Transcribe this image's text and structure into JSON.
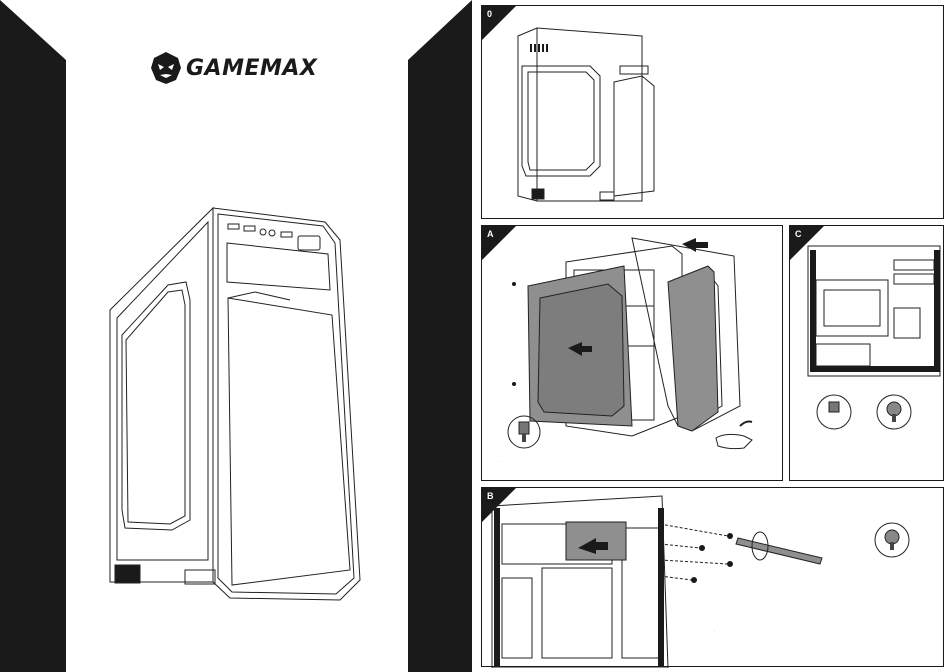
{
  "cover": {
    "brand_name": "GAMEMAX",
    "logo_icon": "panther-head-icon"
  },
  "panels": [
    {
      "id": "0",
      "label": "0"
    },
    {
      "id": "A",
      "label": "A"
    },
    {
      "id": "C",
      "label": "C"
    },
    {
      "id": "B",
      "label": "B"
    }
  ],
  "icons": {
    "arrow": "arrow-left-icon",
    "hand": "hand-icon",
    "screw": "thumb-screw-icon",
    "screwdriver": "screwdriver-icon"
  }
}
